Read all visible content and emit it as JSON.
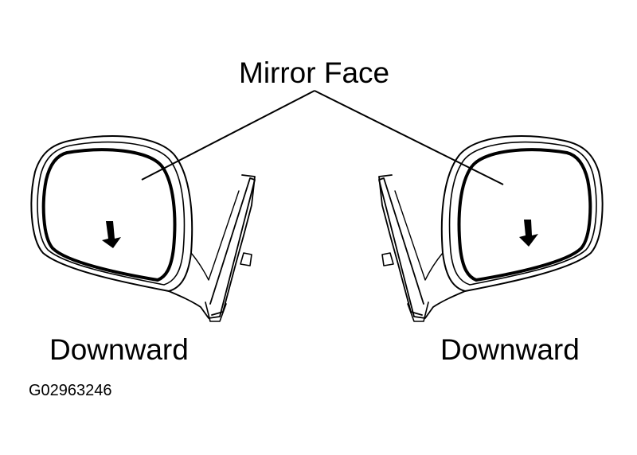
{
  "figure": {
    "callout_label": "Mirror Face",
    "left_mirror": {
      "direction_label": "Downward",
      "arrow_icon": "arrow-down-icon"
    },
    "right_mirror": {
      "direction_label": "Downward",
      "arrow_icon": "arrow-down-icon"
    },
    "figure_id": "G02963246"
  },
  "colors": {
    "line": "#000000",
    "background": "#ffffff"
  }
}
